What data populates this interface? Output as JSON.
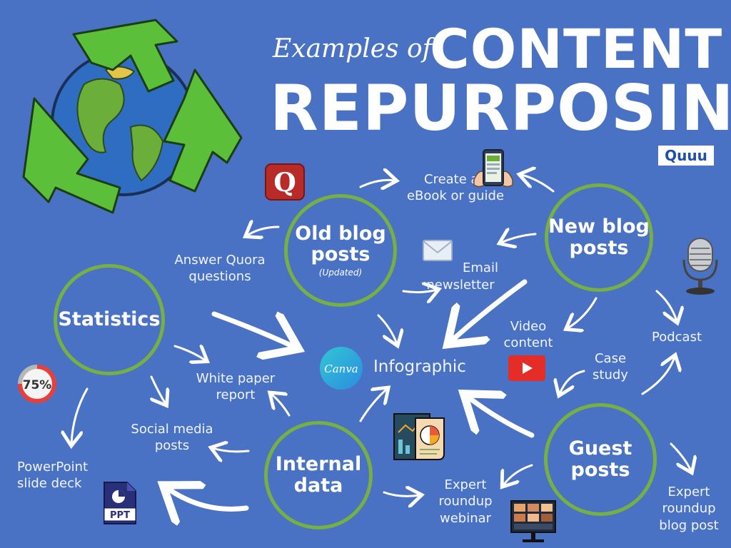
{
  "title": {
    "script": "Examples of",
    "line1": "CONTENT",
    "line2": "REPURPOSING"
  },
  "brand": "Quuu",
  "hubs": {
    "old_blog": {
      "label": "Old blog\nposts",
      "sub": "(Updated)"
    },
    "new_blog": {
      "label": "New blog\nposts"
    },
    "statistics": {
      "label": "Statistics"
    },
    "internal_data": {
      "label": "Internal\ndata"
    },
    "guest_posts": {
      "label": "Guest\nposts"
    }
  },
  "outputs": {
    "ebook": "Create an\neBook or guide",
    "quora": "Answer Quora\nquestions",
    "email": "Email\nnewsletter",
    "video": "Video\ncontent",
    "podcast": "Podcast",
    "infographic": "Infographic",
    "white_paper": "White paper\nreport",
    "social": "Social media\nposts",
    "powerpoint": "PowerPoint\nslide deck",
    "case_study": "Case\nstudy",
    "webinar": "Expert\nroundup\nwebinar",
    "roundup_post": "Expert\nroundup\nblog post"
  },
  "badges": {
    "percent": "75%",
    "ppt": "PPT",
    "canva": "Canva",
    "quora": "Q"
  },
  "colors": {
    "background": "#4a72c4",
    "hub_ring": "#76b043",
    "text": "#ffffff",
    "recycle_green": "#3f9b2a"
  },
  "icons": [
    "recycle-globe-icon",
    "quora-icon",
    "ebook-phone-icon",
    "envelope-icon",
    "microphone-icon",
    "youtube-icon",
    "canva-icon",
    "percent-chart-icon",
    "ppt-file-icon",
    "report-icon",
    "webinar-screen-icon"
  ]
}
